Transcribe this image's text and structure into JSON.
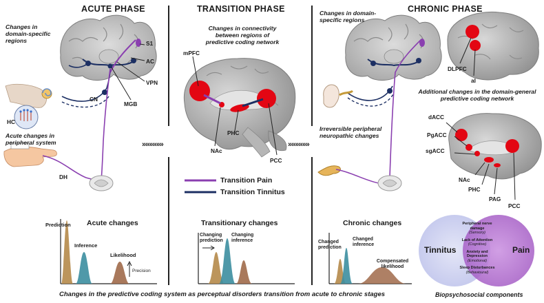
{
  "phases": {
    "acute": "ACUTE PHASE",
    "transition": "TRANSITION PHASE",
    "chronic": "CHRONIC PHASE"
  },
  "acute": {
    "note_regions": "Changes in domain-specific regions",
    "labels": {
      "s1": "S1",
      "ac": "AC",
      "vpn": "VPN",
      "mgb": "MGB",
      "cn": "CN",
      "hc": "HC",
      "dh": "DH"
    },
    "note_peripheral": "Acute changes in peripheral system",
    "graph_title": "Acute changes",
    "graph_labels": {
      "prediction": "Prediction",
      "inference": "Inference",
      "likelihood": "Likelihood",
      "precision": "Precision"
    }
  },
  "transition": {
    "note_connectivity": "Changes in connectivity between regions of predictive coding network",
    "labels": {
      "mpfc": "mPFC",
      "nac": "NAc",
      "phc": "PHC",
      "pcc": "PCC"
    },
    "legend": [
      {
        "label": "Transition Pain",
        "color": "#8a3fb0"
      },
      {
        "label": "Transition Tinnitus",
        "color": "#1c2f63"
      }
    ],
    "graph_title": "Transitionary changes",
    "graph_labels": {
      "changing_prediction": "Changing prediction",
      "changing_inference": "Changing inference"
    }
  },
  "chronic": {
    "note_regions": "Changes in domain-specific regions",
    "labels_top": {
      "dlpfc": "DLPFC",
      "al": "aI"
    },
    "note_additional": "Additional changes in the domain-general predictive coding network",
    "note_irreversible": "Irreversible peripheral neuropathic changes",
    "labels_bottom": {
      "dacc": "dACC",
      "pgacc": "PgACC",
      "sgacc": "sgACC",
      "nac": "NAc",
      "phc": "PHC",
      "pag": "PAG",
      "pcc": "PCC"
    },
    "graph_title": "Chronic changes",
    "graph_labels": {
      "changed_prediction": "Changed prediction",
      "changed_inference": "Changed inference",
      "compensated_likelihood": "Compensated likelihood"
    }
  },
  "venn": {
    "left_label": "Tinnitus",
    "right_label": "Pain",
    "items": [
      {
        "title": "Peripheral nerve damage",
        "sub": "(Sensory)"
      },
      {
        "title": "Lack of Attention",
        "sub": "(Cognitive)"
      },
      {
        "title": "Anxiety and Depression",
        "sub": "(Emotional)"
      },
      {
        "title": "Sleep Disturbances",
        "sub": "(Behavioural)"
      }
    ],
    "caption": "Biopsychosocial components"
  },
  "arrows": "»»»»»»",
  "caption": "Changes in the predictive coding system as perceptual disorders transition from acute to chronic stages",
  "colors": {
    "prediction": "#b58a4a",
    "inference": "#3c8ea0",
    "likelihood": "#a06a4a",
    "pain": "#8a3fb0",
    "tinnitus": "#1c2f63",
    "region": "#e30613"
  }
}
